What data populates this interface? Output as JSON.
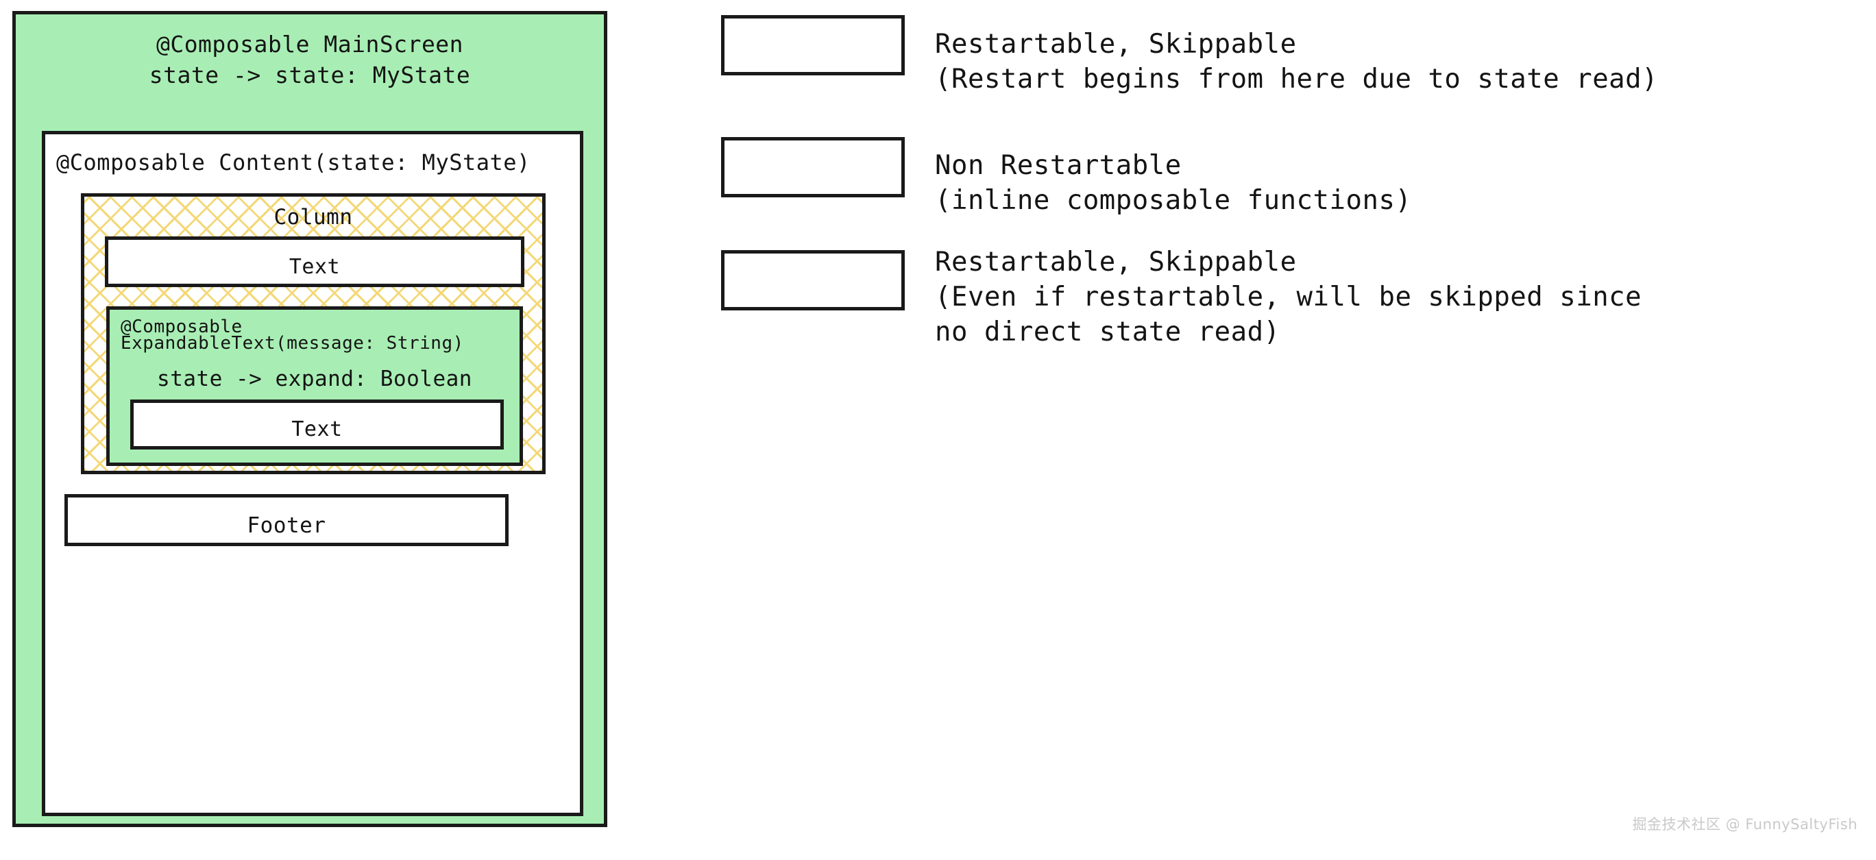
{
  "diagram": {
    "main_screen": {
      "title": "@Composable MainScreen",
      "state": "state -> state: MyState",
      "fill": "#a8eeb4",
      "content": {
        "title": "@Composable Content(state: MyState)",
        "fill": "#ffffff",
        "column": {
          "title": "Column",
          "fill": "hatch",
          "text_node": {
            "label": "Text",
            "fill": "#ffffff"
          },
          "expandable_text": {
            "line1": "@Composable",
            "line2": "ExpandableText(message: String)",
            "state": "state -> expand: Boolean",
            "fill": "#a8eeb4",
            "text_node": {
              "label": "Text",
              "fill": "#ffffff"
            }
          }
        },
        "footer": {
          "label": "Footer",
          "fill": "#ffffff"
        }
      }
    }
  },
  "legend": {
    "items": [
      {
        "swatch": "green",
        "text": "Restartable, Skippable\n(Restart begins from here due to state read)"
      },
      {
        "swatch": "hatch",
        "text": "Non Restartable\n(inline composable functions)"
      },
      {
        "swatch": "plain",
        "text": "Restartable, Skippable\n(Even if restartable, will be skipped since\nno direct state read)"
      }
    ]
  },
  "watermark": {
    "text": "掘金技术社区 @ FunnySaltyFish"
  },
  "colors": {
    "green_fill": "#a8eeb4",
    "hatch_line": "#f3d878",
    "stroke": "#1a1a1a",
    "text": "#141414",
    "watermark": "#c9c9c9"
  }
}
